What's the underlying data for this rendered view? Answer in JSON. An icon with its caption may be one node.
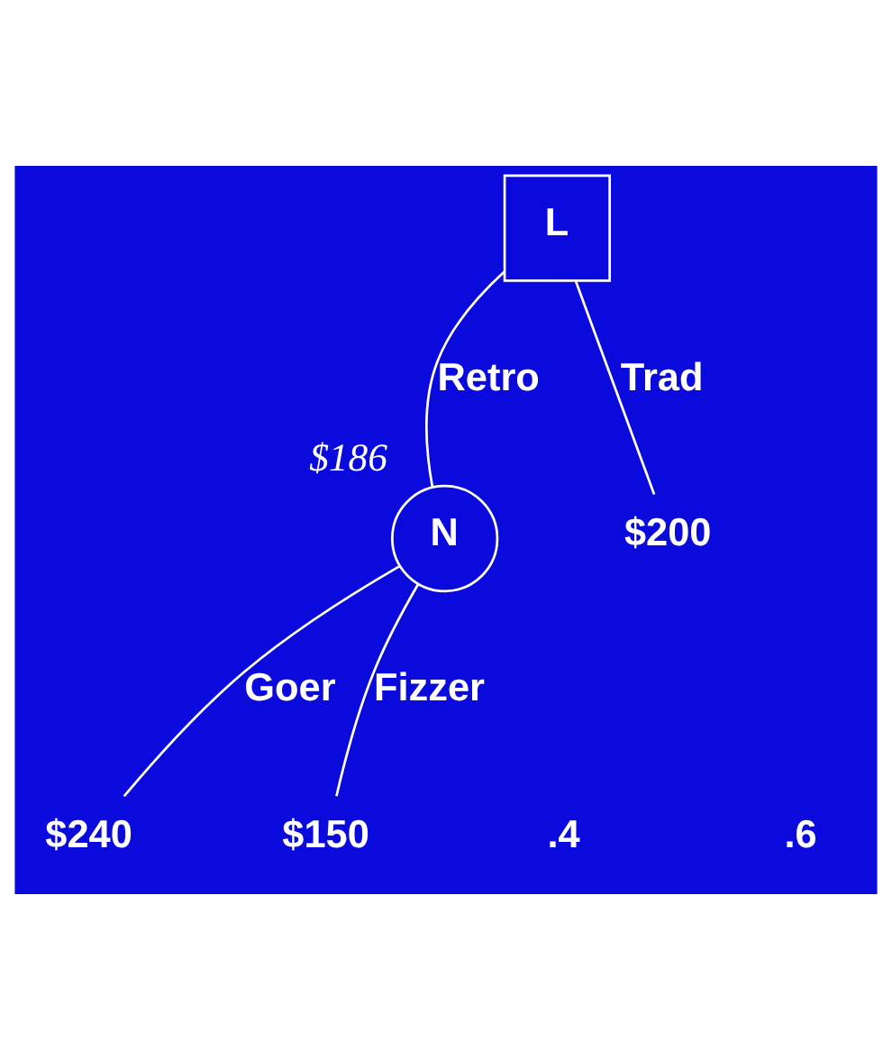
{
  "diagram": {
    "nodes": [
      {
        "text": [
          "L"
        ]
      },
      {
        "text": [
          "N"
        ],
        "beside": [
          "$186"
        ]
      },
      {
        "text": [
          "$200"
        ]
      },
      {
        "text": [
          "$240"
        ]
      },
      {
        "text": [
          "$150"
        ]
      }
    ],
    "edges": [
      {
        "from": 0,
        "to": 1,
        "arrow": "none",
        "label": "Retro"
      },
      {
        "from": 0,
        "to": 2,
        "arrow": "none",
        "label": "Trad"
      },
      {
        "from": 1,
        "to": 3,
        "arrow": "none",
        "label": "Goer"
      },
      {
        "from": 1,
        "to": 4,
        "arrow": "none",
        "label": "Fizzer"
      }
    ],
    "labels": [
      ".4",
      ".6"
    ]
  }
}
